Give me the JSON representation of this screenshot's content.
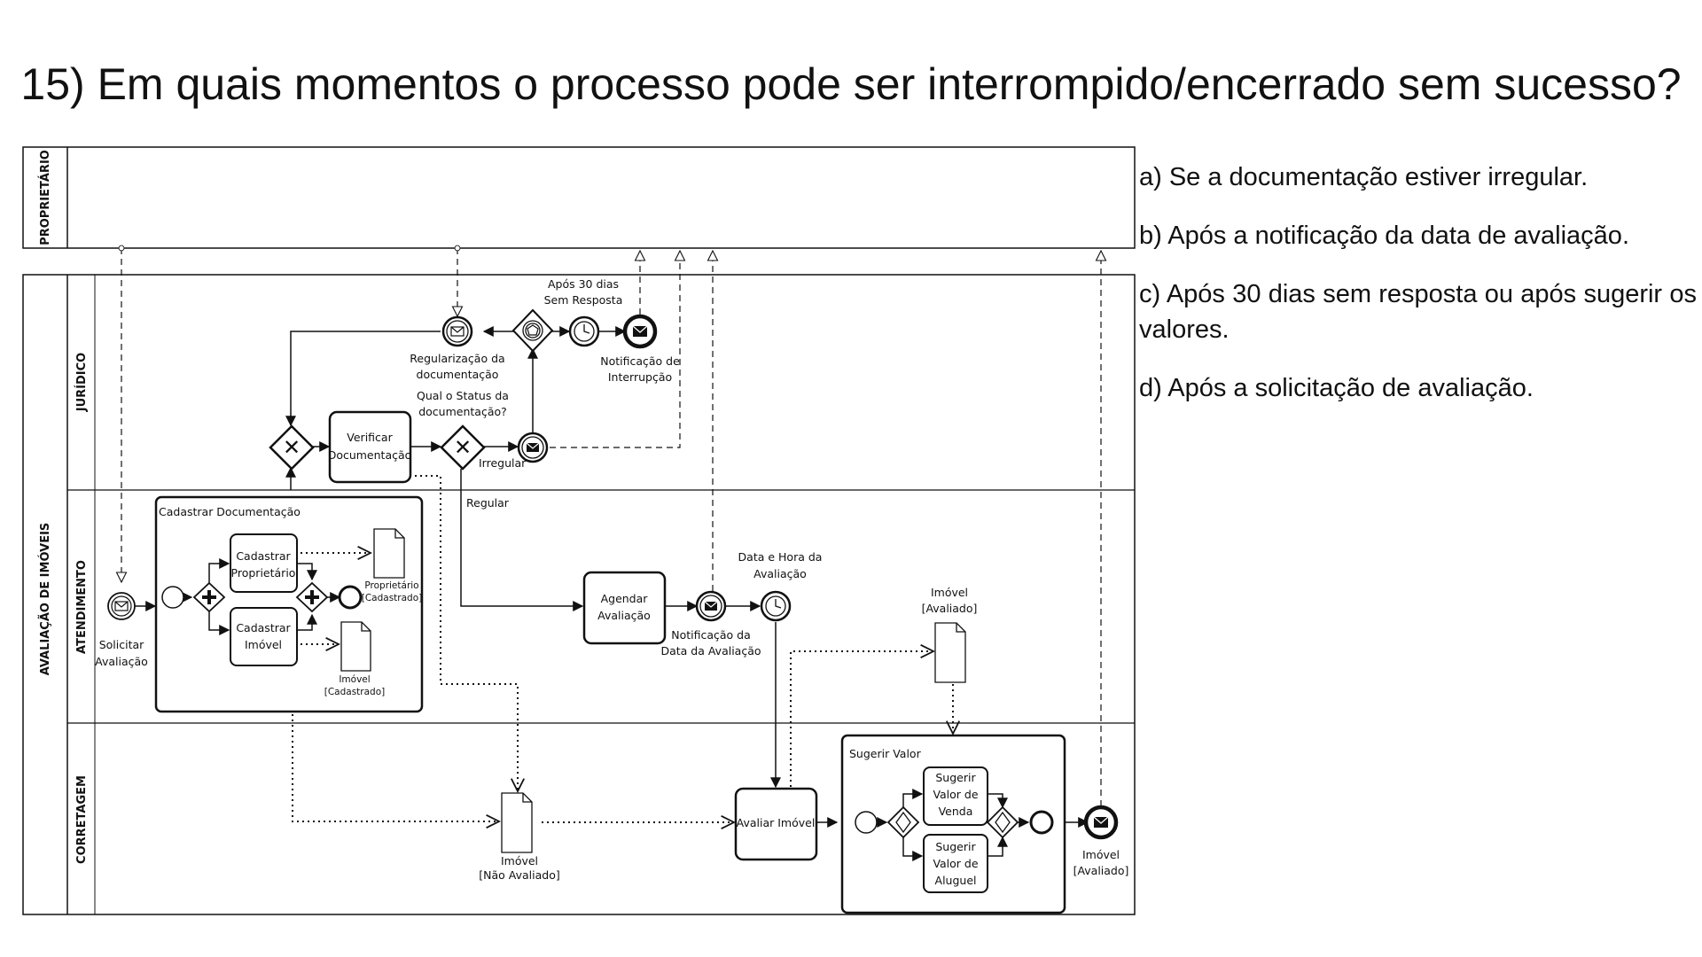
{
  "question": {
    "title": "15) Em quais momentos o processo pode ser interrompido/encerrado sem sucesso?",
    "options": [
      "a) Se a documentação estiver irregular.",
      "b) Após a notificação da data de avaliação.",
      "c) Após 30 dias sem resposta ou após sugerir os valores.",
      "d) Após a solicitação de avaliação."
    ]
  },
  "diagram": {
    "pools": {
      "owner": "PROPRIETÁRIO",
      "main": "AVALIAÇÃO DE IMÓVEIS"
    },
    "lanes": {
      "juridico": "JURÍDICO",
      "atendimento": "ATENDIMENTO",
      "corretagem": "CORRETAGEM"
    },
    "subprocesses": {
      "cadastrar": "Cadastrar Documentação",
      "sugerir": "Sugerir Valor"
    },
    "tasks": {
      "verificar": [
        "Verificar",
        "Documentação"
      ],
      "cad_prop": [
        "Cadastrar",
        "Proprietário"
      ],
      "cad_imovel": [
        "Cadastrar",
        "Imóvel"
      ],
      "agendar": [
        "Agendar",
        "Avaliação"
      ],
      "avaliar": [
        "Avaliar Imóvel"
      ],
      "venda": [
        "Sugerir",
        "Valor de",
        "Venda"
      ],
      "aluguel": [
        "Sugerir",
        "Valor de",
        "Aluguel"
      ]
    },
    "labels": {
      "apos30": [
        "Após 30 dias",
        "Sem Resposta"
      ],
      "regularizacao": [
        "Regularização da",
        "documentação"
      ],
      "status": [
        "Qual o Status da",
        "documentação?"
      ],
      "notif_interrupcao": [
        "Notificação de",
        "Interrupção"
      ],
      "irregular": [
        "Irregular"
      ],
      "regular": [
        "Regular"
      ],
      "solicitar": [
        "Solicitar",
        "Avaliação"
      ],
      "notif_data": [
        "Notificação da",
        "Data da Avaliação"
      ],
      "data_hora": [
        "Data e Hora da",
        "Avaliação"
      ],
      "imovel_avaliado_final": [
        "Imóvel",
        "[Avaliado]"
      ]
    },
    "data_objects": {
      "proprietario": [
        "Proprietário",
        "[Cadastrado]"
      ],
      "imovel_cad": [
        "Imóvel",
        "[Cadastrado]"
      ],
      "imovel_nao": [
        "Imóvel",
        "[Não Avaliado]"
      ],
      "imovel_av": [
        "Imóvel",
        "[Avaliado]"
      ]
    }
  }
}
